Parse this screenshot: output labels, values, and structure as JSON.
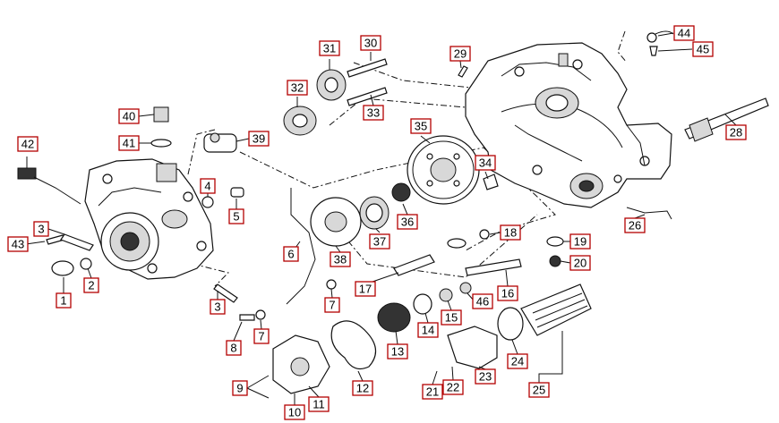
{
  "callouts": [
    {
      "id": "1",
      "label": "1"
    },
    {
      "id": "2",
      "label": "2"
    },
    {
      "id": "3a",
      "label": "3"
    },
    {
      "id": "3b",
      "label": "3"
    },
    {
      "id": "4",
      "label": "4"
    },
    {
      "id": "5",
      "label": "5"
    },
    {
      "id": "6",
      "label": "6"
    },
    {
      "id": "7a",
      "label": "7"
    },
    {
      "id": "7b",
      "label": "7"
    },
    {
      "id": "8",
      "label": "8"
    },
    {
      "id": "9",
      "label": "9"
    },
    {
      "id": "10",
      "label": "10"
    },
    {
      "id": "11",
      "label": "11"
    },
    {
      "id": "12",
      "label": "12"
    },
    {
      "id": "13",
      "label": "13"
    },
    {
      "id": "14",
      "label": "14"
    },
    {
      "id": "15",
      "label": "15"
    },
    {
      "id": "16",
      "label": "16"
    },
    {
      "id": "17",
      "label": "17"
    },
    {
      "id": "18",
      "label": "18"
    },
    {
      "id": "19",
      "label": "19"
    },
    {
      "id": "20",
      "label": "20"
    },
    {
      "id": "21",
      "label": "21"
    },
    {
      "id": "22",
      "label": "22"
    },
    {
      "id": "23",
      "label": "23"
    },
    {
      "id": "24",
      "label": "24"
    },
    {
      "id": "25",
      "label": "25"
    },
    {
      "id": "26",
      "label": "26"
    },
    {
      "id": "28",
      "label": "28"
    },
    {
      "id": "29",
      "label": "29"
    },
    {
      "id": "30",
      "label": "30"
    },
    {
      "id": "31",
      "label": "31"
    },
    {
      "id": "32",
      "label": "32"
    },
    {
      "id": "33",
      "label": "33"
    },
    {
      "id": "34",
      "label": "34"
    },
    {
      "id": "35",
      "label": "35"
    },
    {
      "id": "36",
      "label": "36"
    },
    {
      "id": "37",
      "label": "37"
    },
    {
      "id": "38",
      "label": "38"
    },
    {
      "id": "39",
      "label": "39"
    },
    {
      "id": "40",
      "label": "40"
    },
    {
      "id": "41",
      "label": "41"
    },
    {
      "id": "42",
      "label": "42"
    },
    {
      "id": "43",
      "label": "43"
    },
    {
      "id": "44",
      "label": "44"
    },
    {
      "id": "45",
      "label": "45"
    },
    {
      "id": "46",
      "label": "46"
    }
  ],
  "colors": {
    "callout_border": "#b30000",
    "line_art": "#111111",
    "background": "#ffffff"
  }
}
